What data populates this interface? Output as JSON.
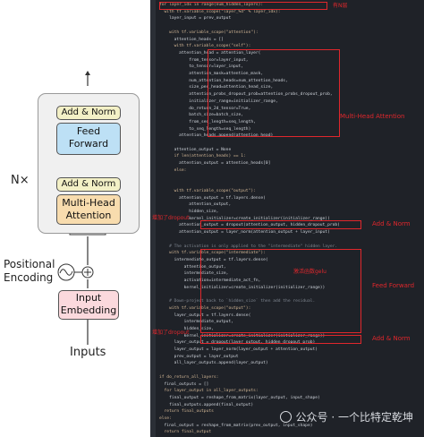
{
  "diagram": {
    "nx_label": "N×",
    "positional_encoding": [
      "Positional",
      "Encoding"
    ],
    "inputs_label": "Inputs",
    "blocks": {
      "add_norm_top": "Add & Norm",
      "feed_forward": [
        "Feed",
        "Forward"
      ],
      "add_norm_bottom": "Add & Norm",
      "multi_head_attention": [
        "Multi-Head",
        "Attention"
      ],
      "input_embedding": [
        "Input",
        "Embedding"
      ]
    },
    "colors": {
      "add_norm": "#f3f0c6",
      "feed_forward": "#bde0f5",
      "attention": "#f8dcae",
      "embedding": "#fbd9dd"
    }
  },
  "editor": {
    "lines": [
      "for layer_idx in range(num_hidden_layers):",
      "  with tf.variable_scope(\"layer_%d\" % layer_idx):",
      "    layer_input = prev_output",
      "",
      "    with tf.variable_scope(\"attention\"):",
      "      attention_heads = []",
      "      with tf.variable_scope(\"self\"):",
      "        attention_head = attention_layer(",
      "            from_tensor=layer_input,",
      "            to_tensor=layer_input,",
      "            attention_mask=attention_mask,",
      "            num_attention_heads=num_attention_heads,",
      "            size_per_head=attention_head_size,",
      "            attention_probs_dropout_prob=attention_probs_dropout_prob,",
      "            initializer_range=initializer_range,",
      "            do_return_2d_tensor=True,",
      "            batch_size=batch_size,",
      "            from_seq_length=seq_length,",
      "            to_seq_length=seq_length)",
      "        attention_heads.append(attention_head)",
      "",
      "      attention_output = None",
      "      if len(attention_heads) == 1:",
      "        attention_output = attention_heads[0]",
      "      else:",
      "",
      "",
      "      with tf.variable_scope(\"output\"):",
      "        attention_output = tf.layers.dense(",
      "            attention_output,",
      "            hidden_size,",
      "            kernel_initializer=create_initializer(initializer_range))",
      "        attention_output = dropout(attention_output, hidden_dropout_prob)",
      "        attention_output = layer_norm(attention_output + layer_input)",
      "",
      "    # The activation is only applied to the \"intermediate\" hidden layer.",
      "    with tf.variable_scope(\"intermediate\"):",
      "      intermediate_output = tf.layers.dense(",
      "          attention_output,",
      "          intermediate_size,",
      "          activation=intermediate_act_fn,",
      "          kernel_initializer=create_initializer(initializer_range))",
      "",
      "    # Down-project back to `hidden_size` then add the residual.",
      "    with tf.variable_scope(\"output\"):",
      "      layer_output = tf.layers.dense(",
      "          intermediate_output,",
      "          hidden_size,",
      "          kernel_initializer=create_initializer(initializer_range))",
      "      layer_output = dropout(layer_output, hidden_dropout_prob)",
      "      layer_output = layer_norm(layer_output + attention_output)",
      "      prev_output = layer_output",
      "      all_layer_outputs.append(layer_output)",
      "",
      "if do_return_all_layers:",
      "  final_outputs = []",
      "  for layer_output in all_layer_outputs:",
      "    final_output = reshape_from_matrix(layer_output, input_shape)",
      "    final_outputs.append(final_output)",
      "  return final_outputs",
      "else:",
      "  final_output = reshape_from_matrix(prev_output, input_shape)",
      "  return final_output"
    ],
    "annotations": {
      "loop": "有N层",
      "mha": "Multi-Head Attention",
      "dropout1": "增加了dropout",
      "addnorm1": "Add & Norm",
      "act": "激活函数gelu",
      "ff": "Feed Forward",
      "dropout2": "增加了dropout",
      "addnorm2": "Add & Norm"
    },
    "colors": {
      "background": "#1f2228",
      "annotation": "#e0272c"
    }
  },
  "watermark": "公众号 · 一个比特定乾坤"
}
